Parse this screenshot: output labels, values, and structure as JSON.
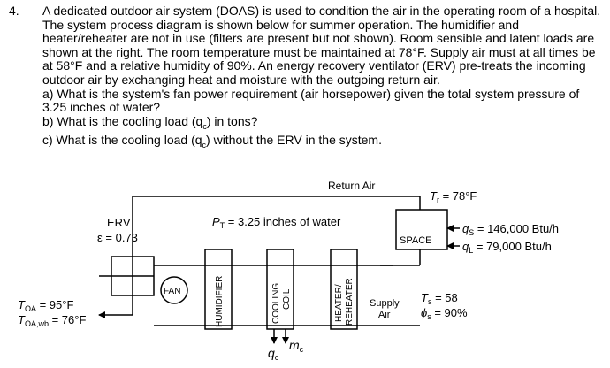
{
  "problem": {
    "number": "4.",
    "intro": "A dedicated outdoor air system (DOAS) is used to condition the air in the operating room of a hospital. The system process diagram is shown below for summer operation. The humidifier and heater/reheater are not in use (filters are present but not shown). Room sensible and latent loads are shown at the right. The room temperature must be maintained at 78°F. Supply air must at all times be at 58°F and a relative humidity of 90%. An energy recovery ventilator (ERV) pre-treats the incoming outdoor air by exchanging heat and moisture with the outgoing return air.",
    "part_a": "a) What is the system's fan power requirement (air horsepower) given the total system pressure of 3.25 inches of water?",
    "part_b_prefix": "b) What is the cooling load (q",
    "part_b_sub": "c",
    "part_b_suffix": ") in tons?",
    "part_c_prefix": "c) What is the cooling load (q",
    "part_c_sub": "c",
    "part_c_suffix": ") without the ERV in the system."
  },
  "diagram": {
    "return_air_label": "Return Air",
    "room_temp_sym": "T",
    "room_temp_sub": "r",
    "room_temp_value": " = 78°F",
    "erv_label": "ERV",
    "erv_eff": "ε = 0.73",
    "pt_sym": "P",
    "pt_sub": "T",
    "pt_value": " = 3.25 inches of water",
    "space_label": "SPACE",
    "qs_sym": "q",
    "qs_sub": "S",
    "qs_value": " = 146,000 Btu/h",
    "ql_sym": "q",
    "ql_sub": "L",
    "ql_value": " = 79,000 Btu/h",
    "fan_label": "FAN",
    "humidifier_label": "HUMIDIFIER",
    "cooling_line1": "COOLING",
    "cooling_line2": "COIL",
    "heater_line1": "HEATER/",
    "heater_line2": "REHEATER",
    "supply_line1": "Supply",
    "supply_line2": "Air",
    "ts_sym": "T",
    "ts_sub": "s",
    "ts_value": " = 58",
    "phi_sym": "ϕ",
    "phi_sub": "s",
    "phi_value": " = 90%",
    "toa_sym": "T",
    "toa_sub": "OA",
    "toa_value": " = 95°F",
    "toawb_sym": "T",
    "toawb_sub": "OA,wb",
    "toawb_value": " = 76°F",
    "qc_sym": "q",
    "qc_sub": "c",
    "mc_sym": "m",
    "mc_sub": "c"
  }
}
